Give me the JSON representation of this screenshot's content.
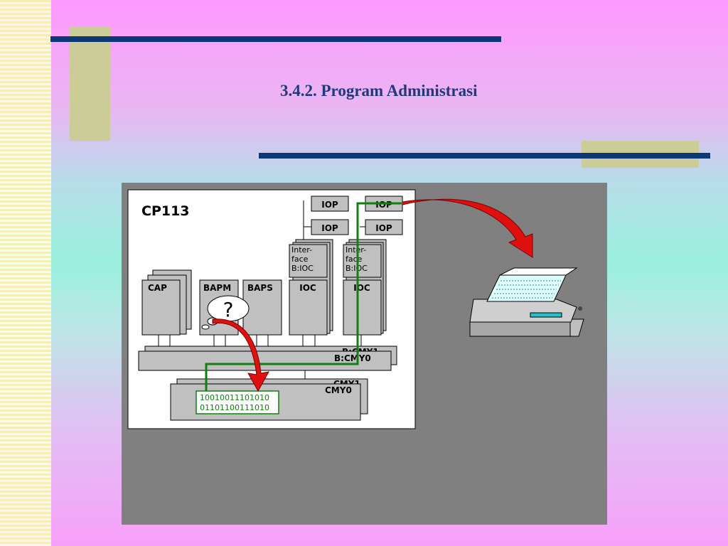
{
  "slide": {
    "title": "3.4.2. Program Administrasi"
  },
  "diagram": {
    "system_label": "CP113",
    "iop_labels": [
      "IOP",
      "IOP",
      "IOP",
      "IOP"
    ],
    "interface_lines": [
      "Inter-",
      "face",
      "B:IOC"
    ],
    "modules": {
      "cap": "CAP",
      "bapm": "BAPM",
      "baps": "BAPS",
      "ioc": "IOC"
    },
    "bus": {
      "back": "B:CMY1",
      "front": "B:CMY0"
    },
    "memory": {
      "back": "CMY1",
      "front": "CMY0",
      "bits_line1": "10010011101010",
      "bits_line2": "01101100111010"
    },
    "question_mark": "?",
    "colors": {
      "title": "#1f3a7a",
      "bar": "#0d3878",
      "accent_box": "#cccc99",
      "panel": "#808080",
      "path": "#108010",
      "arrow": "#e01010"
    }
  }
}
